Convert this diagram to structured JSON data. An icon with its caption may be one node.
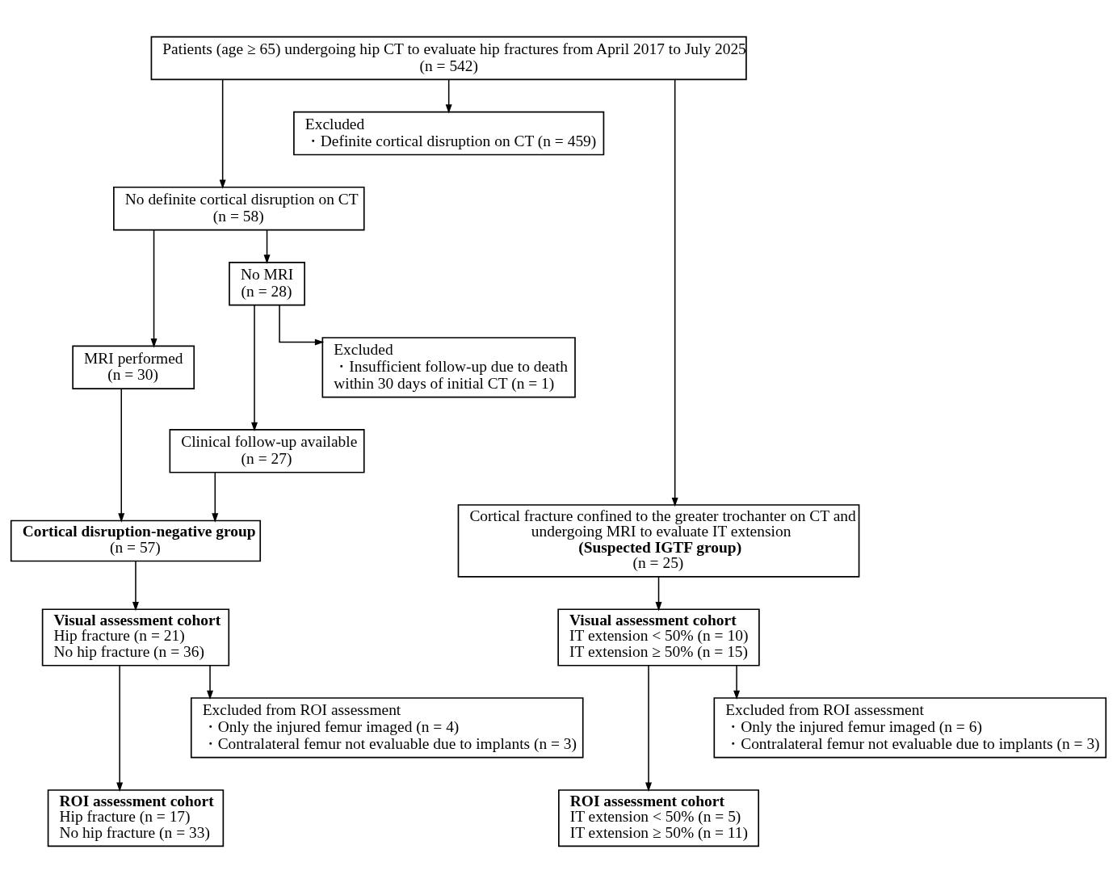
{
  "diagram": {
    "nodes": [
      {
        "text": [
          "Patients (age ≥ 65) undergoing hip CT to evaluate hip fractures from April 2017 to July 2025",
          "(n = 542)"
        ]
      },
      {
        "text": [
          "Excluded",
          "・Definite cortical disruption on CT (n = 459)"
        ]
      },
      {
        "text": [
          "No definite cortical disruption on CT",
          "(n = 58)"
        ]
      },
      {
        "text": [
          "MRI performed",
          "(n = 30)"
        ]
      },
      {
        "text": [
          "No MRI",
          "(n = 28)"
        ]
      },
      {
        "text": [
          "Excluded",
          "・Insufficient follow-up due to death within 30 days of initial CT (n = 1)"
        ]
      },
      {
        "text": [
          "Clinical follow-up available",
          "(n = 27)"
        ]
      },
      {
        "text": [
          "Cortical disruption-negative group",
          "(n = 57)"
        ]
      },
      {
        "text": [
          "Cortical fracture confined to the greater trochanter on CT and undergoing MRI to evaluate IT extension",
          "(Suspected IGTF group)",
          "(n = 25)"
        ]
      },
      {
        "text": [
          "Visual assessment cohort",
          "Hip fracture (n = 21)",
          "No hip fracture (n = 36)"
        ]
      },
      {
        "text": [
          "Excluded from ROI assessment",
          "・Only the injured femur imaged (n = 4)",
          "・Contralateral femur not evaluable due to implants (n = 3)"
        ]
      },
      {
        "text": [
          "ROI assessment cohort",
          "Hip fracture (n = 17)",
          "No hip fracture (n = 33)"
        ]
      },
      {
        "text": [
          "Visual assessment cohort",
          "IT extension < 50% (n = 10)",
          "IT extension ≥ 50% (n = 15)"
        ]
      },
      {
        "text": [
          "Excluded from ROI assessment",
          "・Only the injured femur imaged (n = 6)",
          "・Contralateral femur not evaluable due to implants (n = 3)"
        ]
      },
      {
        "text": [
          "ROI assessment cohort",
          "IT extension < 50% (n = 5)",
          "IT extension ≥ 50% (n = 11)"
        ]
      }
    ],
    "edges": [
      {
        "from": 0,
        "to": 2,
        "arrow": "to"
      },
      {
        "from": 0,
        "to": 1,
        "arrow": "to"
      },
      {
        "from": 0,
        "to": 8,
        "arrow": "to"
      },
      {
        "from": 2,
        "to": 3,
        "arrow": "to"
      },
      {
        "from": 2,
        "to": 4,
        "arrow": "to"
      },
      {
        "from": 4,
        "to": 6,
        "arrow": "to"
      },
      {
        "from": 4,
        "to": 5,
        "arrow": "to"
      },
      {
        "from": 3,
        "to": 7,
        "arrow": "to"
      },
      {
        "from": 6,
        "to": 7,
        "arrow": "to"
      },
      {
        "from": 7,
        "to": 9,
        "arrow": "to"
      },
      {
        "from": 9,
        "to": 11,
        "arrow": "to"
      },
      {
        "from": 9,
        "to": 10,
        "arrow": "to"
      },
      {
        "from": 8,
        "to": 12,
        "arrow": "to"
      },
      {
        "from": 12,
        "to": 14,
        "arrow": "to"
      },
      {
        "from": 12,
        "to": 13,
        "arrow": "to"
      }
    ]
  }
}
